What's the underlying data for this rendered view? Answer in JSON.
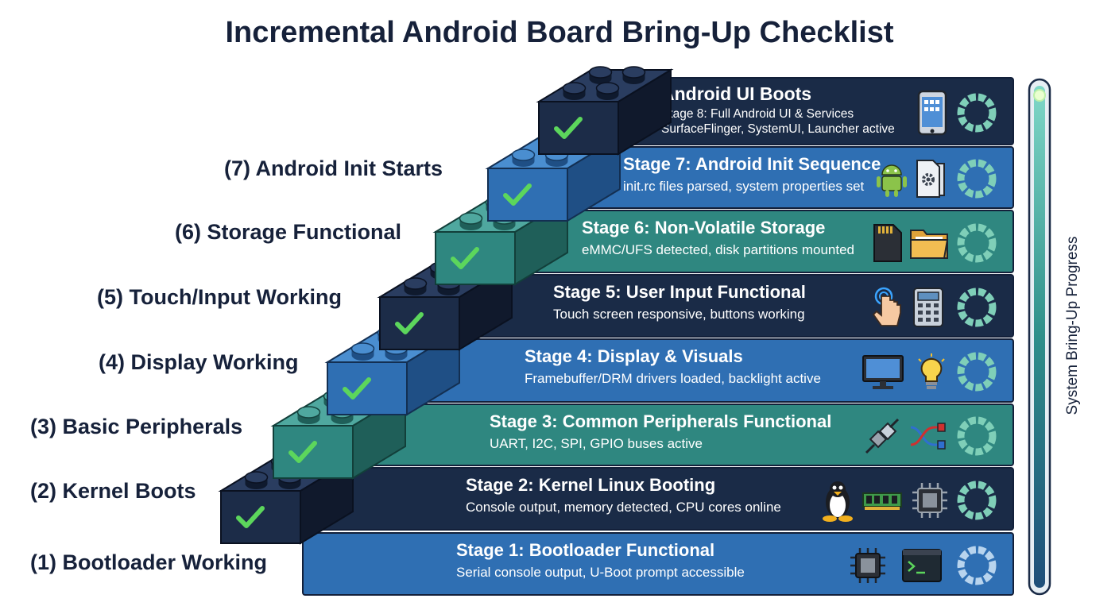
{
  "title": "Incremental Android Board Bring-Up Checklist",
  "progress_label": "System Bring-Up Progress",
  "colors": {
    "navy": "#1a2b47",
    "blue": "#2f6fb3",
    "teal": "#2f8780",
    "check": "#5cd65c",
    "ring": "#7fcfb8"
  },
  "side_labels": [
    "(7) Android Init Starts",
    "(6) Storage Functional",
    "(5) Touch/Input Working",
    "(4) Display Working",
    "(3) Basic Peripherals",
    "(2) Kernel Boots",
    "(1) Bootloader Working"
  ],
  "stages": [
    {
      "title": "Android UI Boots",
      "desc1": "Stage 8: Full Android UI & Services",
      "desc2": "SurfaceFlinger, SystemUI, Launcher active",
      "icons": [
        "smartphone-icon"
      ]
    },
    {
      "title": "Stage 7: Android Init Sequence",
      "desc1": "init.rc files parsed, system properties set",
      "icons": [
        "android-robot-icon",
        "settings-file-icon"
      ]
    },
    {
      "title": "Stage 6: Non-Volatile Storage",
      "desc1": "eMMC/UFS detected, disk partitions mounted",
      "icons": [
        "sd-card-icon",
        "folder-icon"
      ]
    },
    {
      "title": "Stage 5: User Input Functional",
      "desc1": "Touch screen responsive, buttons working",
      "icons": [
        "touch-hand-icon",
        "calculator-icon"
      ]
    },
    {
      "title": "Stage 4: Display & Visuals",
      "desc1": "Framebuffer/DRM drivers loaded, backlight active",
      "icons": [
        "monitor-icon",
        "lightbulb-icon"
      ]
    },
    {
      "title": "Stage 3: Common Peripherals Functional",
      "desc1": "UART, I2C, SPI, GPIO buses active",
      "icons": [
        "connector-icon",
        "cable-icon"
      ]
    },
    {
      "title": "Stage 2: Kernel Linux Booting",
      "desc1": "Console output, memory detected, CPU cores online",
      "icons": [
        "tux-penguin-icon",
        "ram-module-icon",
        "cpu-chip-icon"
      ]
    },
    {
      "title": "Stage 1: Bootloader Functional",
      "desc1": "Serial console output, U-Boot prompt accessible",
      "icons": [
        "cpu-chip-icon",
        "terminal-icon"
      ]
    }
  ]
}
